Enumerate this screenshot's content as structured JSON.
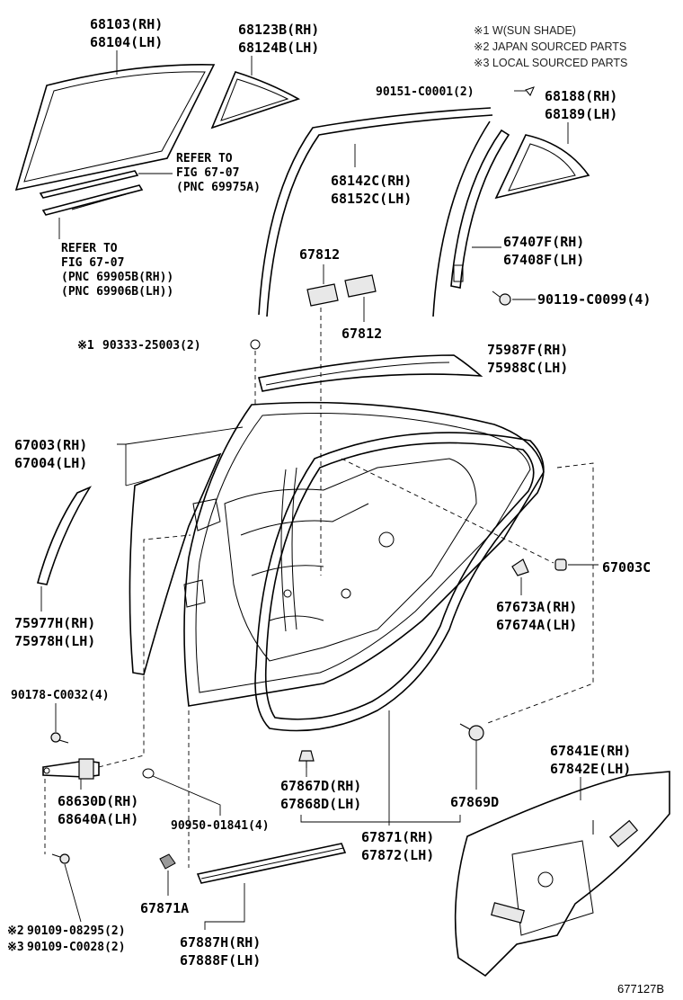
{
  "notes": {
    "n1": "※1 W(SUN SHADE)",
    "n2": "※2 JAPAN SOURCED PARTS",
    "n3": "※3 LOCAL SOURCED PARTS"
  },
  "labels": {
    "glass_rh": "68103(RH)",
    "glass_lh": "68104(LH)",
    "quarter_glass_rh": "68123B(RH)",
    "quarter_glass_lh": "68124B(LH)",
    "refer1_a": "REFER TO",
    "refer1_b": "FIG 67-07",
    "refer1_c": "(PNC 69975A)",
    "refer2_a": "REFER TO",
    "refer2_b": "FIG 67-07",
    "refer2_c": "(PNC 69905B(RH))",
    "refer2_d": "(PNC 69906B(LH))",
    "screw_90151": "90151-C0001(2)",
    "frame_rh": "68188(RH)",
    "frame_lh": "68189(LH)",
    "run_rh": "68142C(RH)",
    "run_lh": "68152C(LH)",
    "pad_a": "67812",
    "pad_b": "67812",
    "channel_rh": "67407F(RH)",
    "channel_lh": "67408F(LH)",
    "screw_90119": "90119-C0099(4)",
    "ring_prefix": "※1",
    "ring_90333": "90333-25003(2)",
    "weather_rh": "75987F(RH)",
    "weather_lh": "75988C(LH)",
    "door_rh": "67003(RH)",
    "door_lh": "67004(LH)",
    "cushion_67003c": "67003C",
    "clip_rh": "67673A(RH)",
    "clip_lh": "67674A(LH)",
    "molding_rh": "75977H(RH)",
    "molding_lh": "75978H(LH)",
    "bolt_90178": "90178-C0032(4)",
    "check_rh": "68630D(RH)",
    "check_lh": "68640A(LH)",
    "plug_90950": "90950-01841(4)",
    "retainer_rh": "67867D(RH)",
    "retainer_lh": "67868D(LH)",
    "seal_rh": "67871(RH)",
    "seal_lh": "67872(LH)",
    "cap_67869d": "67869D",
    "cover_rh": "67841E(RH)",
    "cover_lh": "67842E(LH)",
    "clip_67871a": "67871A",
    "belt_rh": "67887H(RH)",
    "belt_lh": "67888F(LH)",
    "bolt_pre_2": "※2",
    "bolt_2": "90109-08295(2)",
    "bolt_pre_3": "※3",
    "bolt_3": "90109-C0028(2)",
    "figure_no": "677127B"
  }
}
